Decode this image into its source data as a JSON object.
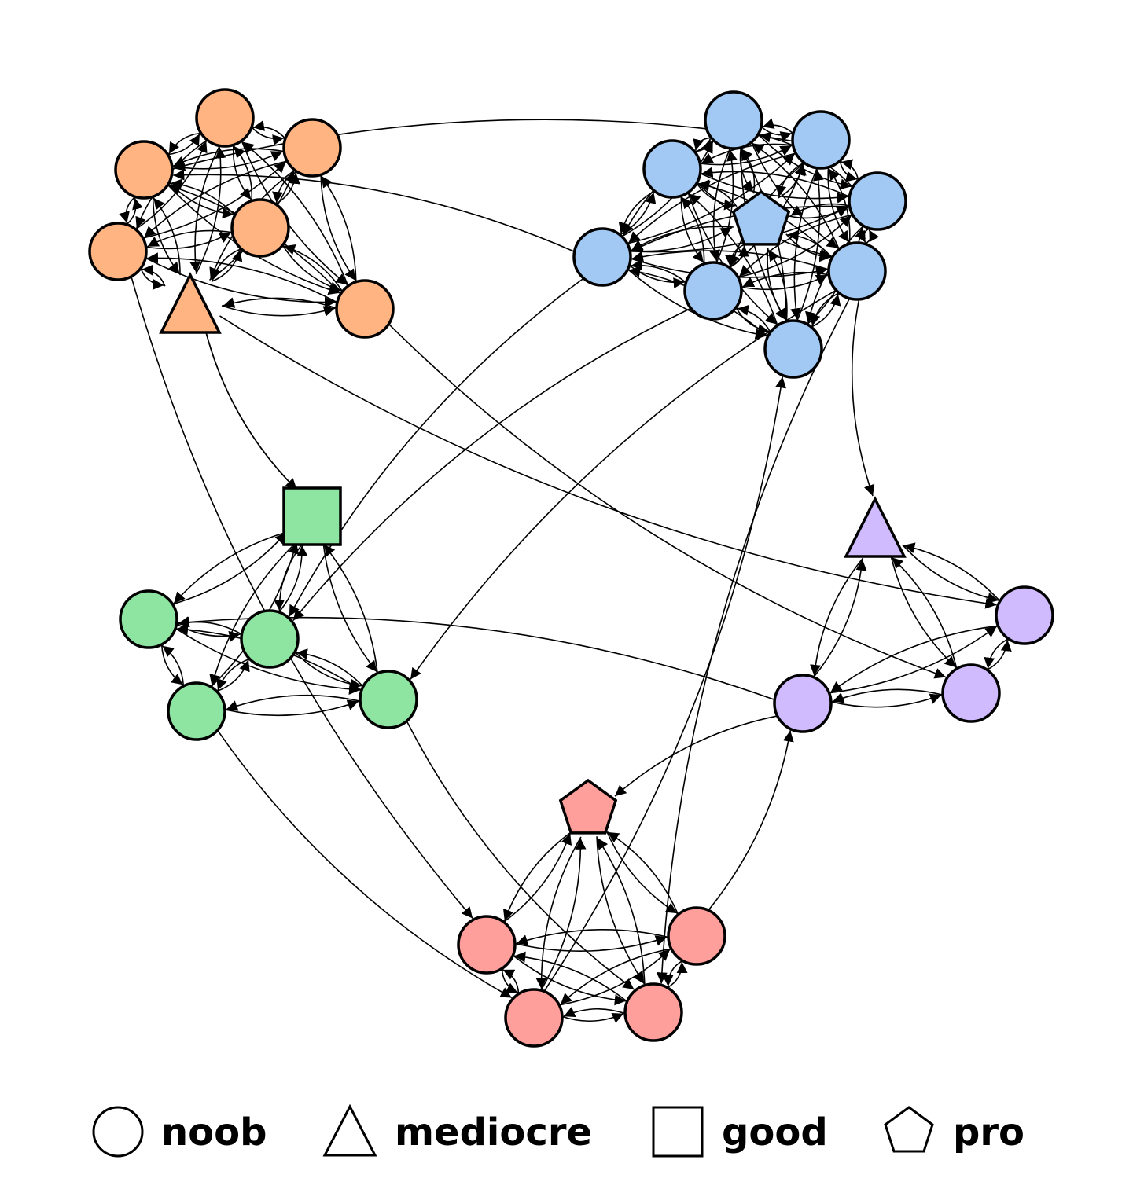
{
  "colors": {
    "orange": "#FFB482",
    "blue": "#A1C9F4",
    "green": "#8DE5A1",
    "purple": "#D0BBFF",
    "red": "#FF9F9B",
    "stroke": "#000000"
  },
  "legend": [
    {
      "shape": "circle",
      "label": "noob"
    },
    {
      "shape": "triangle",
      "label": "mediocre"
    },
    {
      "shape": "square",
      "label": "good"
    },
    {
      "shape": "pentagon",
      "label": "pro"
    }
  ],
  "groups": [
    {
      "id": "orange",
      "color": "orange",
      "nodes": [
        {
          "id": "o1",
          "shape": "circle"
        },
        {
          "id": "o2",
          "shape": "circle"
        },
        {
          "id": "o3",
          "shape": "circle"
        },
        {
          "id": "o4",
          "shape": "circle"
        },
        {
          "id": "o5",
          "shape": "circle"
        },
        {
          "id": "o6",
          "shape": "circle"
        },
        {
          "id": "o7",
          "shape": "triangle"
        }
      ]
    },
    {
      "id": "blue",
      "color": "blue",
      "nodes": [
        {
          "id": "b1",
          "shape": "circle"
        },
        {
          "id": "b2",
          "shape": "circle"
        },
        {
          "id": "b3",
          "shape": "circle"
        },
        {
          "id": "b4",
          "shape": "circle"
        },
        {
          "id": "b5",
          "shape": "pentagon"
        },
        {
          "id": "b6",
          "shape": "circle"
        },
        {
          "id": "b7",
          "shape": "circle"
        },
        {
          "id": "b8",
          "shape": "circle"
        },
        {
          "id": "b9",
          "shape": "circle"
        }
      ]
    },
    {
      "id": "green",
      "color": "green",
      "nodes": [
        {
          "id": "g1",
          "shape": "square"
        },
        {
          "id": "g2",
          "shape": "circle"
        },
        {
          "id": "g3",
          "shape": "circle"
        },
        {
          "id": "g4",
          "shape": "circle"
        },
        {
          "id": "g5",
          "shape": "circle"
        }
      ]
    },
    {
      "id": "purple",
      "color": "purple",
      "nodes": [
        {
          "id": "p1",
          "shape": "triangle"
        },
        {
          "id": "p2",
          "shape": "circle"
        },
        {
          "id": "p3",
          "shape": "circle"
        },
        {
          "id": "p4",
          "shape": "circle"
        }
      ]
    },
    {
      "id": "red",
      "color": "red",
      "nodes": [
        {
          "id": "r1",
          "shape": "pentagon"
        },
        {
          "id": "r2",
          "shape": "circle"
        },
        {
          "id": "r3",
          "shape": "circle"
        },
        {
          "id": "r4",
          "shape": "circle"
        },
        {
          "id": "r5",
          "shape": "circle"
        }
      ]
    }
  ],
  "edges": [
    [
      "o1",
      "o2"
    ],
    [
      "o2",
      "o1"
    ],
    [
      "o1",
      "o3"
    ],
    [
      "o3",
      "o1"
    ],
    [
      "o1",
      "o4"
    ],
    [
      "o4",
      "o1"
    ],
    [
      "o1",
      "o5"
    ],
    [
      "o5",
      "o1"
    ],
    [
      "o1",
      "o6"
    ],
    [
      "o6",
      "o1"
    ],
    [
      "o1",
      "o7"
    ],
    [
      "o7",
      "o1"
    ],
    [
      "o2",
      "o3"
    ],
    [
      "o3",
      "o2"
    ],
    [
      "o2",
      "o4"
    ],
    [
      "o4",
      "o2"
    ],
    [
      "o2",
      "o5"
    ],
    [
      "o5",
      "o2"
    ],
    [
      "o2",
      "o6"
    ],
    [
      "o6",
      "o2"
    ],
    [
      "o2",
      "o7"
    ],
    [
      "o7",
      "o2"
    ],
    [
      "o3",
      "o4"
    ],
    [
      "o4",
      "o3"
    ],
    [
      "o3",
      "o5"
    ],
    [
      "o5",
      "o3"
    ],
    [
      "o3",
      "o6"
    ],
    [
      "o6",
      "o3"
    ],
    [
      "o3",
      "o7"
    ],
    [
      "o7",
      "o3"
    ],
    [
      "o4",
      "o5"
    ],
    [
      "o5",
      "o4"
    ],
    [
      "o4",
      "o6"
    ],
    [
      "o6",
      "o4"
    ],
    [
      "o4",
      "o7"
    ],
    [
      "o7",
      "o4"
    ],
    [
      "o5",
      "o6"
    ],
    [
      "o6",
      "o5"
    ],
    [
      "o5",
      "o7"
    ],
    [
      "o7",
      "o5"
    ],
    [
      "o6",
      "o7"
    ],
    [
      "o7",
      "o6"
    ],
    [
      "b1",
      "b2"
    ],
    [
      "b2",
      "b1"
    ],
    [
      "b1",
      "b3"
    ],
    [
      "b3",
      "b1"
    ],
    [
      "b1",
      "b4"
    ],
    [
      "b4",
      "b1"
    ],
    [
      "b1",
      "b5"
    ],
    [
      "b5",
      "b1"
    ],
    [
      "b1",
      "b6"
    ],
    [
      "b6",
      "b1"
    ],
    [
      "b1",
      "b7"
    ],
    [
      "b7",
      "b1"
    ],
    [
      "b1",
      "b8"
    ],
    [
      "b8",
      "b1"
    ],
    [
      "b1",
      "b9"
    ],
    [
      "b9",
      "b1"
    ],
    [
      "b2",
      "b3"
    ],
    [
      "b3",
      "b2"
    ],
    [
      "b2",
      "b4"
    ],
    [
      "b4",
      "b2"
    ],
    [
      "b2",
      "b5"
    ],
    [
      "b5",
      "b2"
    ],
    [
      "b2",
      "b6"
    ],
    [
      "b6",
      "b2"
    ],
    [
      "b2",
      "b7"
    ],
    [
      "b7",
      "b2"
    ],
    [
      "b2",
      "b8"
    ],
    [
      "b8",
      "b2"
    ],
    [
      "b2",
      "b9"
    ],
    [
      "b9",
      "b2"
    ],
    [
      "b3",
      "b4"
    ],
    [
      "b4",
      "b3"
    ],
    [
      "b3",
      "b5"
    ],
    [
      "b5",
      "b3"
    ],
    [
      "b3",
      "b6"
    ],
    [
      "b6",
      "b3"
    ],
    [
      "b3",
      "b7"
    ],
    [
      "b7",
      "b3"
    ],
    [
      "b3",
      "b8"
    ],
    [
      "b8",
      "b3"
    ],
    [
      "b3",
      "b9"
    ],
    [
      "b9",
      "b3"
    ],
    [
      "b4",
      "b5"
    ],
    [
      "b5",
      "b4"
    ],
    [
      "b4",
      "b6"
    ],
    [
      "b6",
      "b4"
    ],
    [
      "b4",
      "b7"
    ],
    [
      "b7",
      "b4"
    ],
    [
      "b4",
      "b8"
    ],
    [
      "b8",
      "b4"
    ],
    [
      "b4",
      "b9"
    ],
    [
      "b9",
      "b4"
    ],
    [
      "b5",
      "b6"
    ],
    [
      "b6",
      "b5"
    ],
    [
      "b5",
      "b7"
    ],
    [
      "b7",
      "b5"
    ],
    [
      "b5",
      "b8"
    ],
    [
      "b8",
      "b5"
    ],
    [
      "b5",
      "b9"
    ],
    [
      "b9",
      "b5"
    ],
    [
      "b6",
      "b7"
    ],
    [
      "b7",
      "b6"
    ],
    [
      "b6",
      "b8"
    ],
    [
      "b8",
      "b6"
    ],
    [
      "b6",
      "b9"
    ],
    [
      "b9",
      "b6"
    ],
    [
      "b7",
      "b8"
    ],
    [
      "b8",
      "b7"
    ],
    [
      "b7",
      "b9"
    ],
    [
      "b9",
      "b7"
    ],
    [
      "b8",
      "b9"
    ],
    [
      "b9",
      "b8"
    ],
    [
      "g1",
      "g2"
    ],
    [
      "g2",
      "g1"
    ],
    [
      "g1",
      "g3"
    ],
    [
      "g3",
      "g1"
    ],
    [
      "g1",
      "g4"
    ],
    [
      "g4",
      "g1"
    ],
    [
      "g1",
      "g5"
    ],
    [
      "g5",
      "g1"
    ],
    [
      "g2",
      "g3"
    ],
    [
      "g3",
      "g2"
    ],
    [
      "g2",
      "g4"
    ],
    [
      "g4",
      "g2"
    ],
    [
      "g2",
      "g5"
    ],
    [
      "g5",
      "g2"
    ],
    [
      "g3",
      "g4"
    ],
    [
      "g4",
      "g3"
    ],
    [
      "g3",
      "g5"
    ],
    [
      "g5",
      "g3"
    ],
    [
      "g4",
      "g5"
    ],
    [
      "g5",
      "g4"
    ],
    [
      "p1",
      "p2"
    ],
    [
      "p2",
      "p1"
    ],
    [
      "p1",
      "p3"
    ],
    [
      "p3",
      "p1"
    ],
    [
      "p1",
      "p4"
    ],
    [
      "p4",
      "p1"
    ],
    [
      "p2",
      "p3"
    ],
    [
      "p3",
      "p2"
    ],
    [
      "p2",
      "p4"
    ],
    [
      "p4",
      "p2"
    ],
    [
      "p3",
      "p4"
    ],
    [
      "p4",
      "p3"
    ],
    [
      "r1",
      "r2"
    ],
    [
      "r2",
      "r1"
    ],
    [
      "r1",
      "r3"
    ],
    [
      "r3",
      "r1"
    ],
    [
      "r1",
      "r4"
    ],
    [
      "r4",
      "r1"
    ],
    [
      "r1",
      "r5"
    ],
    [
      "r5",
      "r1"
    ],
    [
      "r2",
      "r3"
    ],
    [
      "r3",
      "r2"
    ],
    [
      "r2",
      "r4"
    ],
    [
      "r4",
      "r2"
    ],
    [
      "r2",
      "r5"
    ],
    [
      "r5",
      "r2"
    ],
    [
      "r3",
      "r4"
    ],
    [
      "r4",
      "r3"
    ],
    [
      "r3",
      "r5"
    ],
    [
      "r5",
      "r3"
    ],
    [
      "r4",
      "r5"
    ],
    [
      "r5",
      "r4"
    ],
    [
      "b2",
      "o3"
    ],
    [
      "b6",
      "o3"
    ],
    [
      "o7",
      "g1"
    ],
    [
      "o7",
      "g1"
    ],
    [
      "o5",
      "r2"
    ],
    [
      "b6",
      "g3"
    ],
    [
      "b7",
      "g5"
    ],
    [
      "b8",
      "g3"
    ],
    [
      "b7",
      "r5"
    ],
    [
      "r4",
      "b9"
    ],
    [
      "b7",
      "p1"
    ],
    [
      "o6",
      "p3"
    ],
    [
      "o7",
      "p2"
    ],
    [
      "p4",
      "g2"
    ],
    [
      "p4",
      "r1"
    ],
    [
      "r3",
      "p4"
    ],
    [
      "g4",
      "r4"
    ],
    [
      "g5",
      "r5"
    ]
  ]
}
